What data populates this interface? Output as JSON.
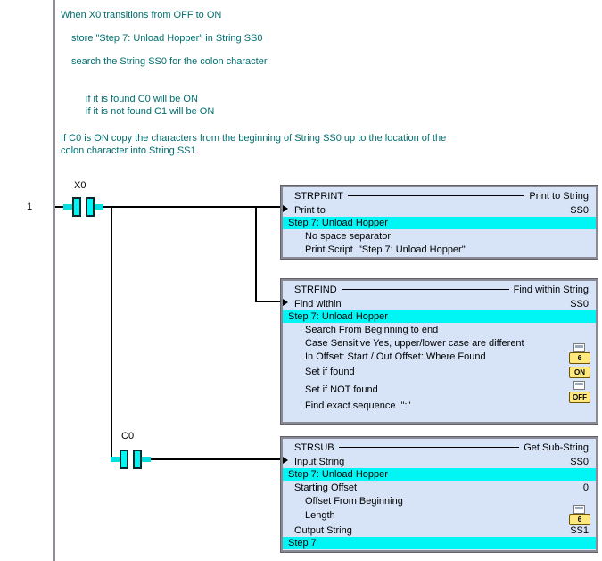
{
  "colors": {
    "comment_text": "#006E6E",
    "box_bg": "#D7E3F7",
    "highlight": "#00F5F5",
    "contact_fill": "#00F5F5",
    "bubble_bg": "#FFE87D"
  },
  "rung": {
    "number": "1"
  },
  "comment": {
    "l1": "When X0 transitions from OFF to ON",
    "l2": "store \"Step 7: Unload Hopper\" in String SS0",
    "l3": "search the String SS0 for the colon character",
    "l4": "if it is found C0 will be ON",
    "l5": "if it is not found C1 will be ON",
    "l6": "If C0 is ON copy the characters from the beginning of String SS0 up to the location of the",
    "l7": "colon character into String SS1."
  },
  "contacts": {
    "x0_label": "X0",
    "c0_label": "C0"
  },
  "strprint": {
    "title": "STRPRINT",
    "subtitle": "Print to String",
    "param_label": "Print to",
    "param_value": "SS0",
    "highlight": "Step 7: Unload Hopper",
    "opt1": "No space separator",
    "opt2": "Print Script  \"Step 7: Unload Hopper\""
  },
  "strfind": {
    "title": "STRFIND",
    "subtitle": "Find within String",
    "param_label": "Find within",
    "param_value": "SS0",
    "highlight": "Step 7: Unload Hopper",
    "opt1": "Search From Beginning to end",
    "opt2": "Case Sensitive Yes, upper/lower case are different",
    "opt3": "In Offset: Start / Out Offset: Where Found",
    "offset_value": "6",
    "opt4": "Set if found",
    "found_state": "ON",
    "opt5": "Set if NOT found",
    "notfound_state": "OFF",
    "opt6": "Find exact sequence  \":\""
  },
  "strsub": {
    "title": "STRSUB",
    "subtitle": "Get Sub-String",
    "param1_label": "Input String",
    "param1_value": "SS0",
    "highlight1": "Step 7: Unload Hopper",
    "param2_label": "Starting Offset",
    "param2_value": "0",
    "opt1": "Offset From Beginning",
    "opt2": "Length",
    "length_value": "6",
    "param3_label": "Output String",
    "param3_value": "SS1",
    "highlight2": "Step 7"
  }
}
